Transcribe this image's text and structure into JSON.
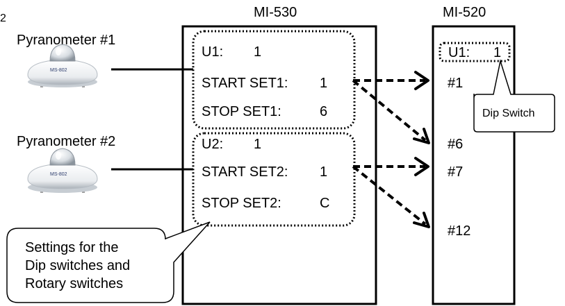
{
  "corner_mark": "2",
  "devices": {
    "mi530_title": "MI-530",
    "mi520_title": "MI-520"
  },
  "sensors": [
    {
      "label": "Pyranometer #1",
      "badge": "MS-802"
    },
    {
      "label": "Pyranometer #2",
      "badge": "MS-802"
    }
  ],
  "mi530_group1": {
    "unit_label": "U1:",
    "unit_value": "1",
    "start_label": "START SET1:",
    "start_value": "1",
    "stop_label": "STOP SET1:",
    "stop_value": "6"
  },
  "mi530_group2": {
    "unit_label": "U2:",
    "unit_value": "1",
    "start_label": "START SET2:",
    "start_value": "1",
    "stop_label": "STOP SET2:",
    "stop_value": "C"
  },
  "mi520": {
    "unit_label": "U1:",
    "unit_value": "1",
    "channels": [
      "#1",
      "#6",
      "#7",
      "#12"
    ]
  },
  "callouts": {
    "dip_switch": "Dip Switch",
    "settings_line1": "Settings  for  the",
    "settings_line2": "Dip switches and",
    "settings_line3": "Rotary switches"
  }
}
